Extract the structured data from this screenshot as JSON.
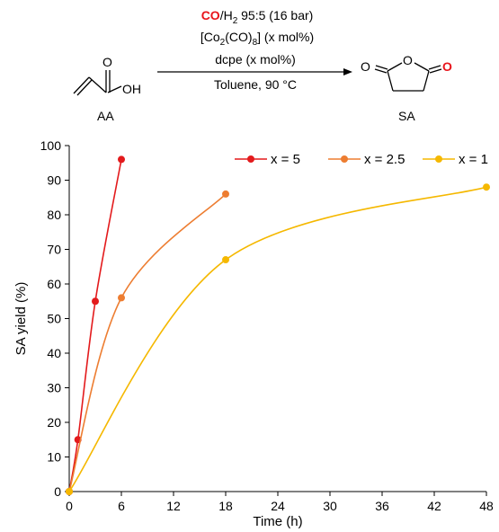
{
  "scheme": {
    "conditions": {
      "line1_co": "CO",
      "line1_h": "/H",
      "line1_sub": "2",
      "line1_rest": " 95:5 (16 bar)",
      "line2_a": "[Co",
      "line2_sub1": "2",
      "line2_b": "(CO)",
      "line2_sub2": "8",
      "line2_c": "] (x mol%)",
      "line3": "dcpe (x mol%)",
      "line4": "Toluene, 90 °C"
    },
    "reactant": {
      "label": "AA",
      "atom_o": "O",
      "atom_oh": "OH"
    },
    "product": {
      "label": "SA",
      "atom_o_left": "O",
      "atom_o_ring": "O",
      "atom_o_right": "O"
    },
    "colors": {
      "co_red": "#e8141b",
      "bond": "#000000"
    }
  },
  "chart_data": {
    "type": "line",
    "xlabel": "Time (h)",
    "ylabel": "SA yield (%)",
    "xlim": [
      0,
      48
    ],
    "ylim": [
      0,
      100
    ],
    "xticks": [
      0,
      6,
      12,
      18,
      24,
      30,
      36,
      42,
      48
    ],
    "yticks": [
      0,
      10,
      20,
      30,
      40,
      50,
      60,
      70,
      80,
      90,
      100
    ],
    "grid": false,
    "legend_position": "top",
    "series": [
      {
        "name": "x = 5",
        "color": "#e31a1c",
        "x": [
          0,
          1,
          3,
          6
        ],
        "y": [
          0,
          15,
          55,
          96
        ]
      },
      {
        "name": "x = 2.5",
        "color": "#ed7d31",
        "x": [
          0,
          6,
          18
        ],
        "y": [
          0,
          56,
          86
        ]
      },
      {
        "name": "x = 1",
        "color": "#f5b800",
        "x": [
          0,
          18,
          48
        ],
        "y": [
          0,
          67,
          88
        ]
      }
    ]
  }
}
